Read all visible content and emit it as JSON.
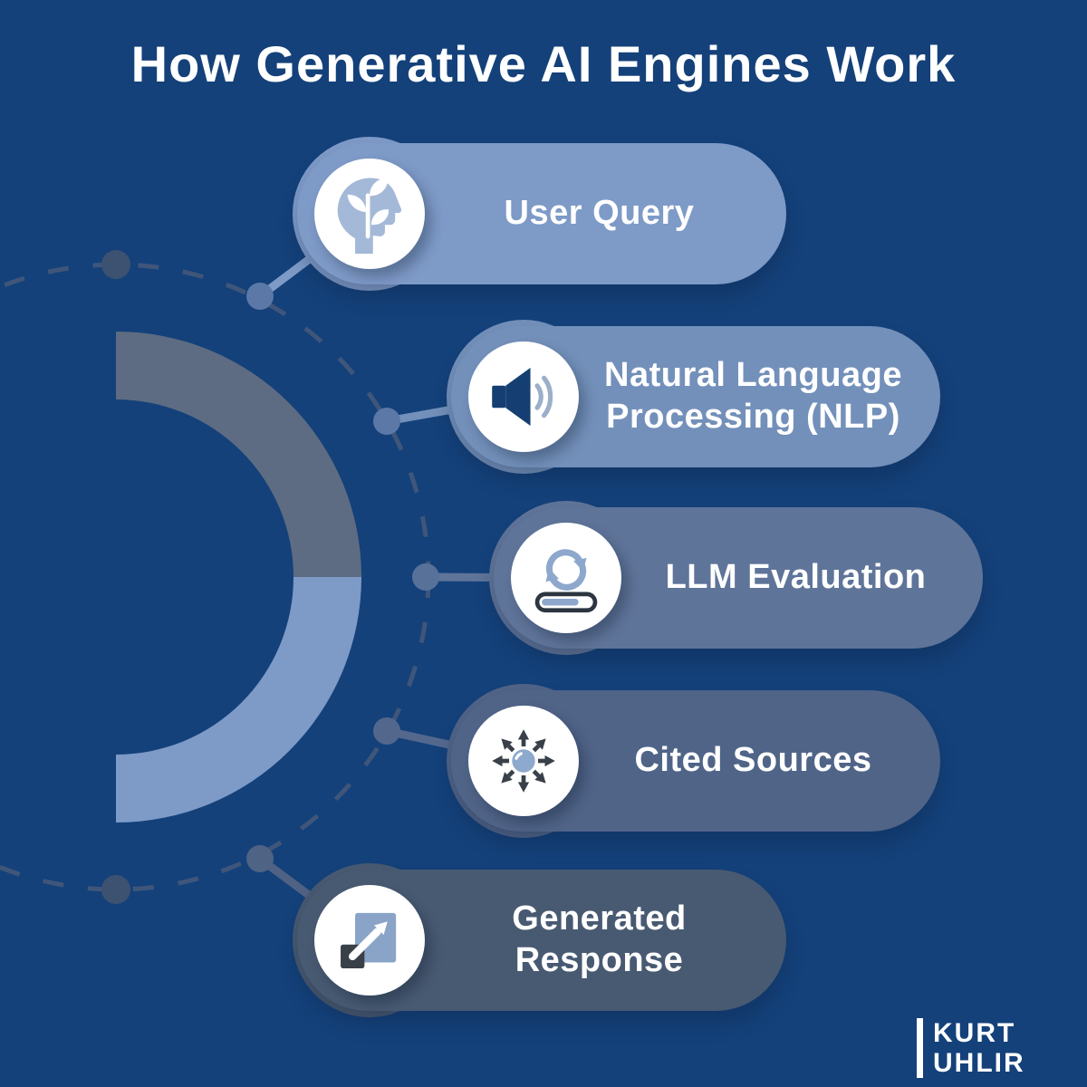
{
  "title": "How Generative AI Engines Work",
  "steps": [
    {
      "label": "User Query",
      "icon": "mind-growth-icon",
      "color": "#7e9ac7"
    },
    {
      "label": "Natural Language Processing (NLP)",
      "icon": "speaker-icon",
      "color": "#7390ba"
    },
    {
      "label": "LLM Evaluation",
      "icon": "refresh-progress-icon",
      "color": "#5f7499"
    },
    {
      "label": "Cited Sources",
      "icon": "scatter-arrows-icon",
      "color": "#506488"
    },
    {
      "label": "Generated Response",
      "icon": "expand-arrow-icon",
      "color": "#485a72"
    }
  ],
  "logo": {
    "line1": "KURT",
    "line2": "UHLIR"
  },
  "colors": {
    "background": "#14417a",
    "arc_top": "#5d6c82",
    "arc_bottom": "#7e9ac7",
    "dashed_circle": "#3f567a",
    "end_dots": "#3c5270",
    "text": "#ffffff"
  }
}
